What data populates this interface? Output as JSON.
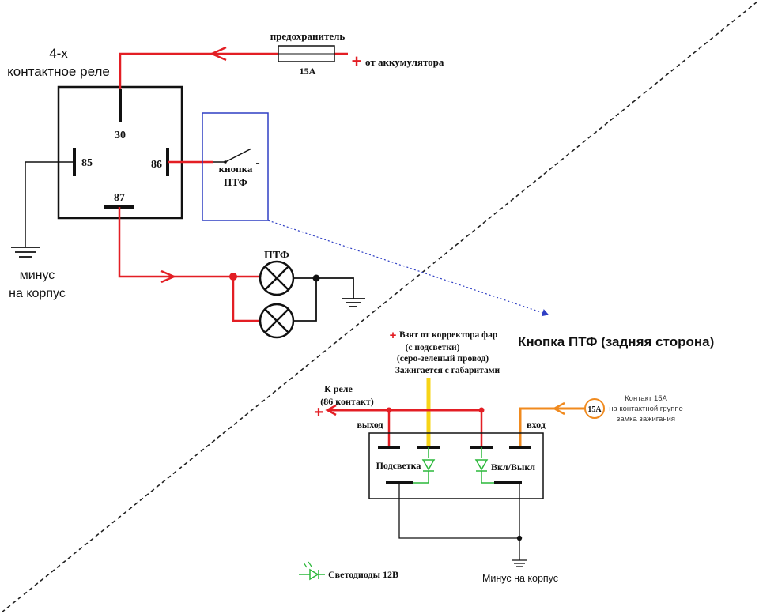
{
  "relay": {
    "title_line1": "4-х",
    "title_line2": "контактное реле",
    "pin30": "30",
    "pin85": "85",
    "pin86": "86",
    "pin87": "87"
  },
  "fuse": {
    "label": "предохранитель",
    "rating": "15А"
  },
  "battery": {
    "plus": "+",
    "label": "от аккумулятора"
  },
  "switch": {
    "label_line1": "кнопка",
    "label_line2": "ПТФ",
    "minus": "-"
  },
  "ground_left": {
    "line1": "минус",
    "line2": "на корпус"
  },
  "lamps": {
    "label": "ПТФ"
  },
  "button_back": {
    "title": "Кнопка ПТФ (задняя сторона)",
    "corrector_line1": "Взят от корректора фар",
    "corrector_line2": "(с подсветки)",
    "corrector_line3": "(серо-зеленый провод)",
    "corrector_line4": "Зажигается с габаритами",
    "to_relay_line1": "К реле",
    "to_relay_line2": "(86 контакт)",
    "plus": "+",
    "output": "выход",
    "input": "вход",
    "backlight": "Подсветка",
    "onoff": "Вкл/Выкл",
    "fuse_badge": "15А",
    "contact_line1": "Контакт 15А",
    "contact_line2": "на контактной группе",
    "contact_line3": "замка зажигания",
    "ground": "Минус на корпус",
    "legend_leds": "Светодиоды 12В"
  },
  "colors": {
    "wire_red": "#e31e24",
    "wire_orange": "#f08a1e",
    "wire_yellow": "#f7d417",
    "led_green": "#2bb83a",
    "frame_blue": "#2f3fc4",
    "ink": "#111111"
  }
}
